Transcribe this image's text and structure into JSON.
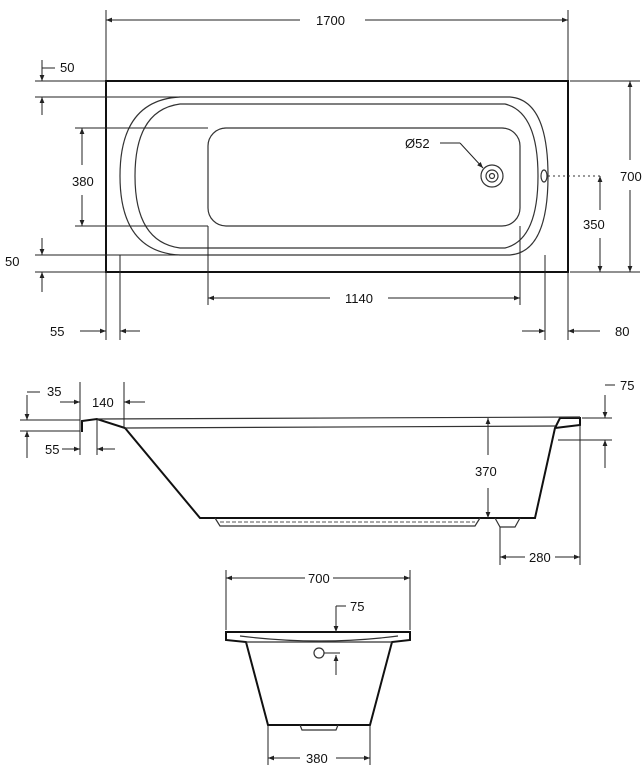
{
  "plan_view": {
    "overall_length": "1700",
    "overall_width": "700",
    "rim_top": "50",
    "rim_bottom": "50",
    "inner_bottom_width": "380",
    "drain_diameter": "Ø52",
    "drain_offset": "350",
    "inner_bottom_length": "1140",
    "left_offset": "55",
    "right_offset": "80"
  },
  "side_view": {
    "rim_thickness": "35",
    "slope_top": "140",
    "rim_inset": "55",
    "right_rim": "75",
    "depth": "370",
    "foot_offset": "280"
  },
  "end_view": {
    "width": "700",
    "overflow_offset": "75",
    "bottom_width": "380"
  }
}
